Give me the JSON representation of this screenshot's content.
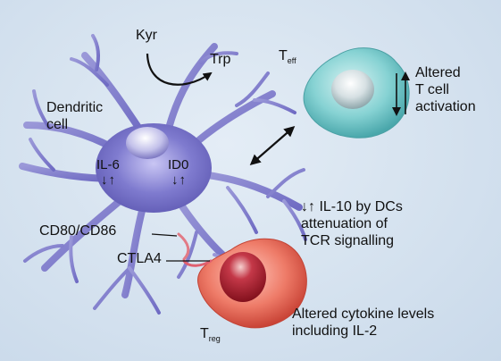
{
  "labels": {
    "kyr": "Kyr",
    "trp": "Trp",
    "teff_main": "T",
    "teff_sub": "eff",
    "treg_main": "T",
    "treg_sub": "reg",
    "dendritic_line1": "Dendritic",
    "dendritic_line2": "cell",
    "il6": "IL-6",
    "ido": "ID0",
    "up_down": "↓↑",
    "cd80_cd86": "CD80/CD86",
    "ctla4": "CTLA4",
    "tcell_activation": [
      "Altered",
      "T cell",
      "activation"
    ],
    "il10_note": [
      "↓↑ IL-10 by DCs",
      "attenuation of",
      "TCR signalling"
    ],
    "cytokine_note": [
      "Altered cytokine levels",
      "including IL-2"
    ]
  },
  "colors": {
    "background": "#d5e2ef",
    "dendritic_cell": "#7b78c9",
    "teff_cell": "#7fcfd0",
    "treg_cell": "#e26a5a",
    "treg_nucleus": "#a31d2b"
  }
}
